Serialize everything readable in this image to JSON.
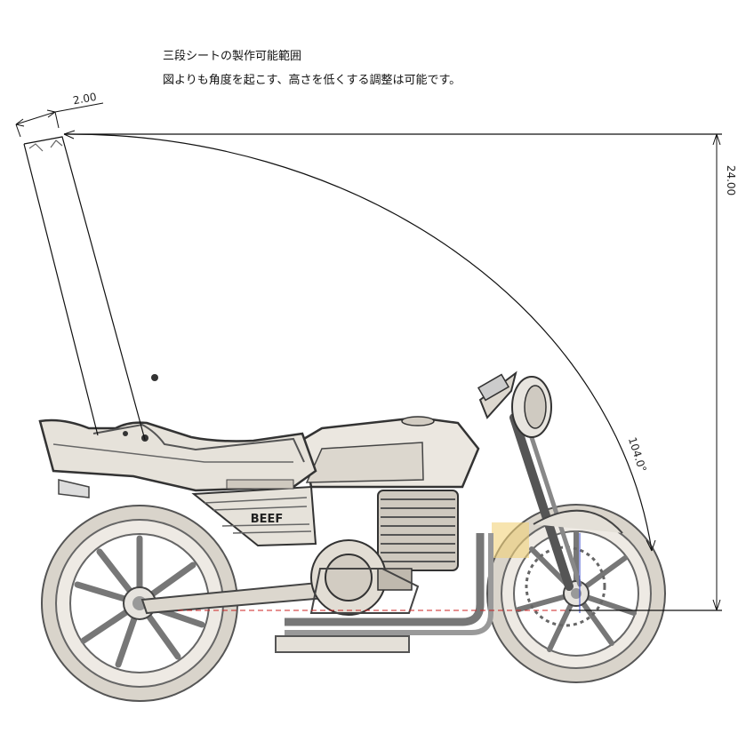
{
  "captions": {
    "line1": "三段シートの製作可能範囲",
    "line2": "図よりも角度を起こす、高さを低くする調整は可能です。"
  },
  "dimensions": {
    "width_label": "2.00",
    "height_label": "24.00",
    "angle_label": "104.0°"
  },
  "tank_badge": "BEEF",
  "colors": {
    "line": "#111111",
    "bike_fill": "#eceae6",
    "bike_stroke": "#3a3a3a",
    "tire": "#d8d2c8",
    "highlight": "#f2d27a",
    "axis_red": "#cc2222",
    "axis_blue": "#3344cc"
  }
}
